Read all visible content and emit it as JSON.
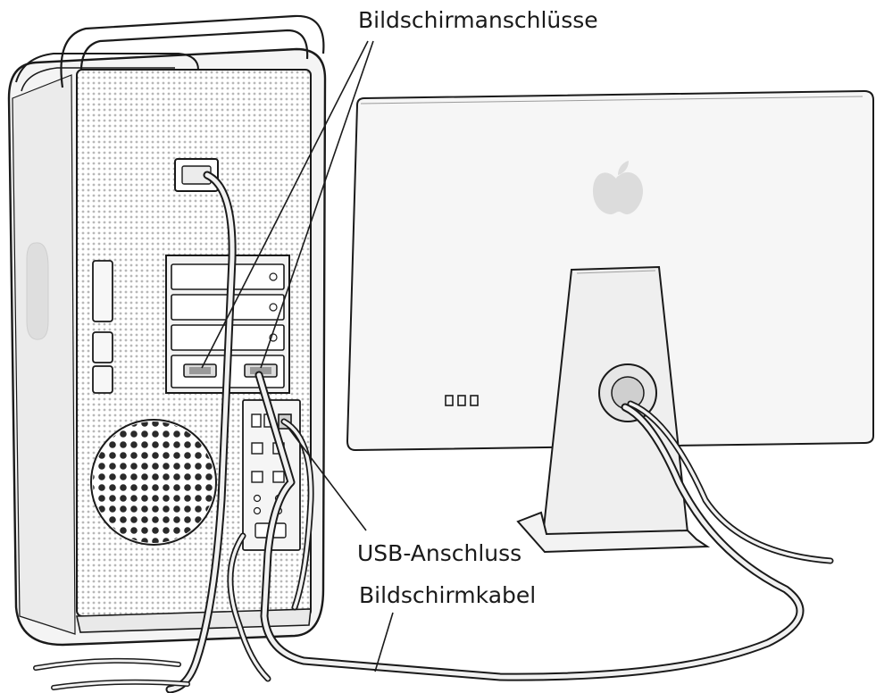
{
  "labels": {
    "display_ports": "Bildschirmanschlüsse",
    "usb_port": "USB-Anschluss",
    "display_cable": "Bildschirmkabel"
  },
  "colors": {
    "line": "#1a1a1a",
    "metal": "#f4f4f4",
    "perforation": "#bcbcbc",
    "logo": "#d9d9d9"
  },
  "icons": [
    "apple-logo-icon",
    "power-socket-icon"
  ]
}
